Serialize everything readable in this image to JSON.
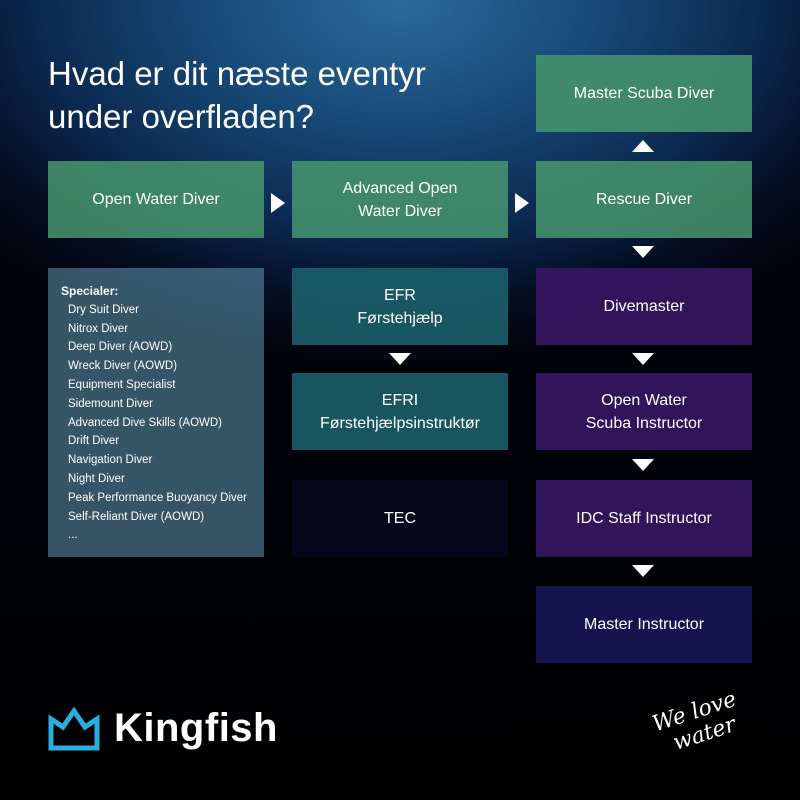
{
  "title": {
    "line1": "Hvad er dit næste eventyr",
    "line2": "under overfladen?"
  },
  "boxes": {
    "open_water": "Open Water Diver",
    "advanced_1": "Advanced Open",
    "advanced_2": "Water Diver",
    "rescue": "Rescue Diver",
    "master_scuba": "Master Scuba Diver",
    "efr_1": "EFR",
    "efr_2": "Førstehjælp",
    "efri_1": "EFRI",
    "efri_2": "Førstehjælpsinstruktør",
    "tec": "TEC",
    "divemaster": "Divemaster",
    "owsi_1": "Open Water",
    "owsi_2": "Scuba Instructor",
    "idc": "IDC Staff Instructor",
    "master_instructor": "Master Instructor"
  },
  "specialties": {
    "heading": "Specialer:",
    "items": [
      "Dry Suit Diver",
      "Nitrox Diver",
      "Deep Diver (AOWD)",
      "Wreck Diver (AOWD)",
      "Equipment Specialist",
      "Sidemount Diver",
      "Advanced Dive Skills (AOWD)",
      "Drift Diver",
      "Navigation Diver",
      "Night Diver",
      "Peak Performance Buoyancy Diver",
      "Self-Reliant Diver (AOWD)",
      "..."
    ]
  },
  "brand": {
    "name": "Kingfish",
    "slogan_1": "We love",
    "slogan_2": "water",
    "accent": "#2aaee0"
  }
}
